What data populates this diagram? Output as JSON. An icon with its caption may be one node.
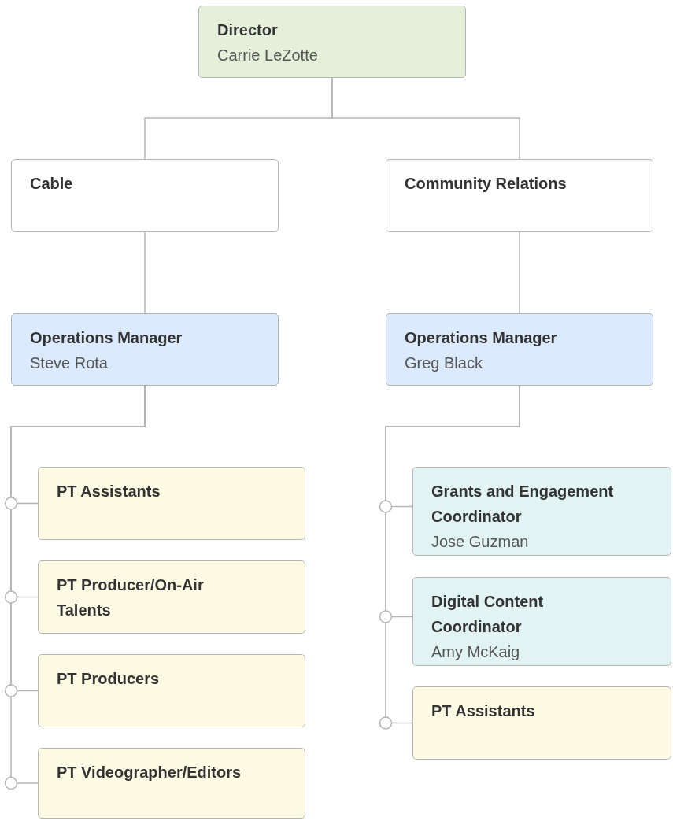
{
  "diagram": {
    "nodes": [
      {
        "text": [
          "Director",
          "Carrie LeZotte"
        ]
      },
      {
        "text": [
          "Cable"
        ]
      },
      {
        "text": [
          "Community Relations"
        ]
      },
      {
        "text": [
          "Operations Manager",
          "Steve Rota"
        ]
      },
      {
        "text": [
          "Operations Manager",
          "Greg Black"
        ]
      },
      {
        "text": [
          "PT Assistants"
        ]
      },
      {
        "text": [
          "PT Producer/On-Air Talents"
        ]
      },
      {
        "text": [
          "PT Producers"
        ]
      },
      {
        "text": [
          "PT Videographer/Editors"
        ]
      },
      {
        "text": [
          "Grants and Engagement Coordinator",
          "Jose Guzman"
        ]
      },
      {
        "text": [
          "Digital Content Coordinator",
          "Amy McKaig"
        ]
      },
      {
        "text": [
          "PT Assistants"
        ]
      }
    ],
    "edges": [
      {
        "from": 0,
        "to": 1,
        "arrow": "none"
      },
      {
        "from": 0,
        "to": 2,
        "arrow": "none"
      },
      {
        "from": 1,
        "to": 3,
        "arrow": "none"
      },
      {
        "from": 2,
        "to": 4,
        "arrow": "none"
      },
      {
        "from": 3,
        "to": 5,
        "arrow": "none"
      },
      {
        "from": 3,
        "to": 6,
        "arrow": "none"
      },
      {
        "from": 3,
        "to": 7,
        "arrow": "none"
      },
      {
        "from": 3,
        "to": 8,
        "arrow": "none"
      },
      {
        "from": 4,
        "to": 9,
        "arrow": "none"
      },
      {
        "from": 4,
        "to": 10,
        "arrow": "none"
      },
      {
        "from": 4,
        "to": 11,
        "arrow": "none"
      }
    ]
  }
}
